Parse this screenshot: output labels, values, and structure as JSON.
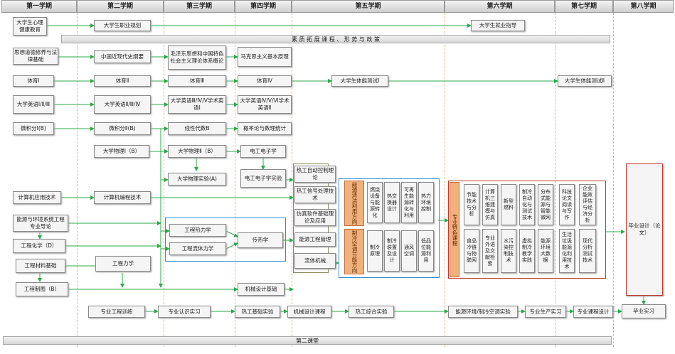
{
  "semesters": [
    "第一学期",
    "第二学期",
    "第三学期",
    "第四学期",
    "第五学期",
    "第六学期",
    "第七学期",
    "第八学期"
  ],
  "bands": {
    "quality": "素 质 拓 展 课 程 、 形 势 与 政 策",
    "second_class": "第二课堂"
  },
  "courses": {
    "psych": "大学生心理健康教育",
    "career": "大学生职业规划",
    "employment": "大学生就业指导",
    "ethics": "思想道德修养与法律基础",
    "history": "中国近现代史纲要",
    "mao": "毛泽东思想和中国特色社会主义理论体系概论",
    "marx": "马克思主义基本原理",
    "pe1": "体育Ⅰ",
    "pe2": "体育Ⅱ",
    "pe3": "体育Ⅲ",
    "pe4": "体育Ⅳ",
    "fit1": "大学生体能测试Ⅰ",
    "fit2": "大学生体能测试Ⅱ",
    "eng1": "大学英语Ⅰ/Ⅱ/Ⅲ",
    "eng2": "大学英语Ⅱ/Ⅲ/Ⅳ",
    "eng3": "大学英语Ⅲ/Ⅳ/Ⅴ学术英语Ⅰ",
    "eng4": "大学英语Ⅳ/Ⅴ/Ⅵ学术英语Ⅱ",
    "calc1": "微积分Ⅰ(B)",
    "calc2": "微积分Ⅱ(B)",
    "linalg": "线性代数B",
    "prob": "概率论与数理统计",
    "phys1": "大学物理Ⅰ（B）",
    "phys2": "大学物理Ⅱ（B）",
    "physlab": "大学物理实验(A)",
    "elec": "电工电子学",
    "eleclab": "电工电子学实验",
    "auto": "热工自动控制理论",
    "signal": "热工信号处理技术",
    "sim": "仿真软件基础理论及应用",
    "energy_mgmt": "能源工程管理",
    "fluid_mach": "流体机械",
    "comp1": "计算机应用技术",
    "comp2": "计算机编程技术",
    "intro": "能源与环境系统工程专业导论",
    "chem": "工程化学（D）",
    "thermo": "工程热力学",
    "fluid": "工程流体力学",
    "heat": "传热学",
    "mat": "工程材料基础",
    "mech": "工程力学",
    "draw": "工程制图（B）",
    "design": "机械设计基础",
    "thesis": "毕业设计（论文）"
  },
  "dir1": {
    "label": "能源清洁利用方向",
    "items": [
      "燃烧设备与能源转化",
      "热交换器设计",
      "可再生能源转化与利用",
      "热力环境控制"
    ]
  },
  "dir2": {
    "label": "制冷空调节能方向",
    "items": [
      "制冷原理",
      "制冷装置及设计",
      "通风空调",
      "低品位能源利用"
    ]
  },
  "special": {
    "label": "专业特色课程",
    "top": [
      "节能技术与分析",
      "计算机三维建模与仿真",
      "新型燃料",
      "制冷自动化与测试技术",
      "分布式能源与智能微网",
      "科技论文阅读与写作",
      "企业能效评估与经济分析"
    ],
    "bottom": [
      "食品冷链与物联网",
      "专业外语及文献检索",
      "水污染控制技术",
      "虚拟制冷教学实践",
      "能源环境大数据",
      "生活垃圾能源化利用技术",
      "现代分析测试技术"
    ]
  },
  "practice": [
    "专业工程训练",
    "专业认识实习",
    "热工基础实验",
    "机械设计课程",
    "热工综合实验",
    "能源环境/制冷空调实验",
    "专业生产实习",
    "专业课程设计",
    "毕业实习"
  ],
  "colors": {
    "arrow": "#2aa84a",
    "orange_bar": "#f1b07c",
    "blue_frame": "#2f8fd0",
    "red_frame": "#c0392b",
    "olive_frame": "#8a8a5a",
    "header_border": "#9a9a9a"
  }
}
